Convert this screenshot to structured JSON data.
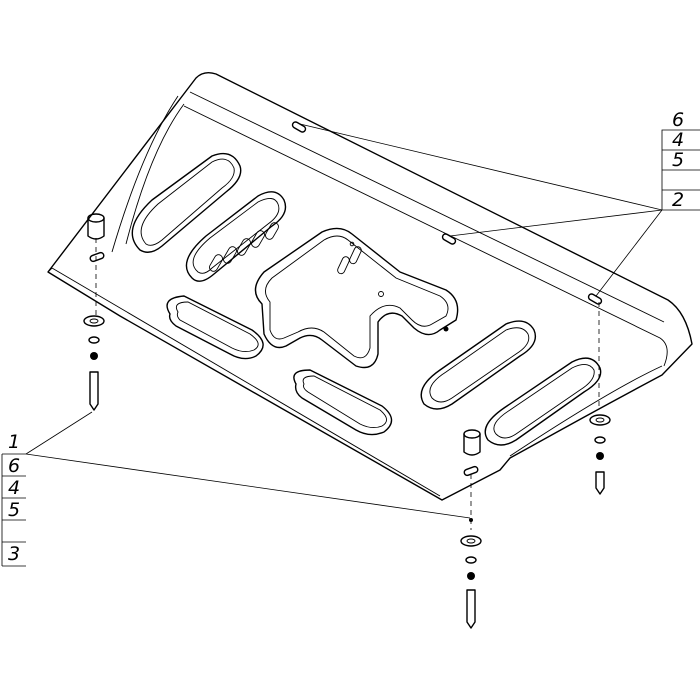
{
  "callouts": {
    "right_stack": [
      "6",
      "4",
      "5",
      "2"
    ],
    "left_stack": [
      "1",
      "6",
      "4",
      "5",
      "3"
    ]
  }
}
